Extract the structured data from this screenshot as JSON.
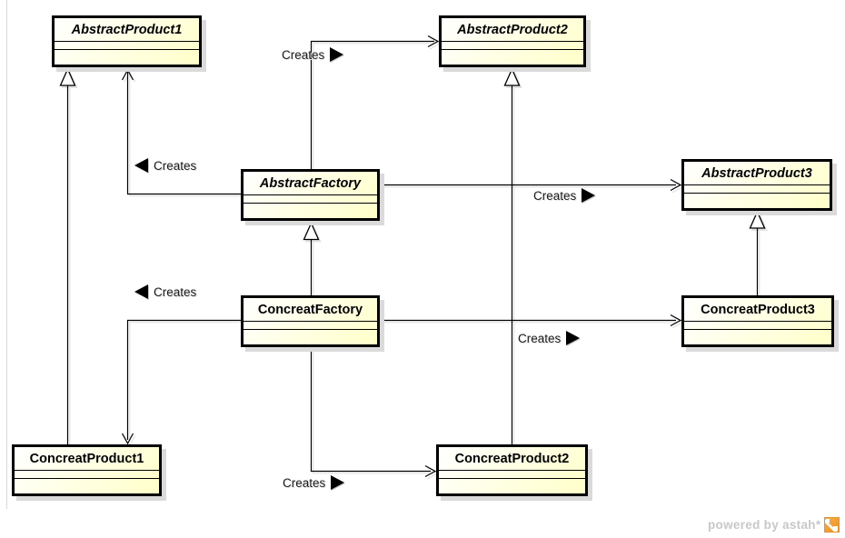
{
  "diagram": {
    "classes": [
      {
        "name": "AbstractProduct1",
        "abstract": true
      },
      {
        "name": "AbstractProduct2",
        "abstract": true
      },
      {
        "name": "AbstractFactory",
        "abstract": true
      },
      {
        "name": "AbstractProduct3",
        "abstract": true
      },
      {
        "name": "ConcreatFactory",
        "abstract": false
      },
      {
        "name": "ConcreatProduct3",
        "abstract": false
      },
      {
        "name": "ConcreatProduct1",
        "abstract": false
      },
      {
        "name": "ConcreatProduct2",
        "abstract": false
      }
    ],
    "connector_labels": [
      {
        "text": "Creates",
        "marker": "left"
      },
      {
        "text": "Creates",
        "marker": "right"
      },
      {
        "text": "Creates",
        "marker": "right"
      },
      {
        "text": "Creates",
        "marker": "left"
      },
      {
        "text": "Creates",
        "marker": "right"
      },
      {
        "text": "Creates",
        "marker": "right"
      }
    ],
    "relations": [
      {
        "type": "generalization",
        "from": "ConcreatProduct1",
        "to": "AbstractProduct1"
      },
      {
        "type": "generalization",
        "from": "ConcreatProduct2",
        "to": "AbstractProduct2"
      },
      {
        "type": "generalization",
        "from": "ConcreatFactory",
        "to": "AbstractFactory"
      },
      {
        "type": "generalization",
        "from": "ConcreatProduct3",
        "to": "AbstractProduct3"
      },
      {
        "type": "creates",
        "from": "AbstractFactory",
        "to": "AbstractProduct1",
        "label": "Creates"
      },
      {
        "type": "creates",
        "from": "AbstractFactory",
        "to": "AbstractProduct2",
        "label": "Creates"
      },
      {
        "type": "creates",
        "from": "AbstractFactory",
        "to": "AbstractProduct3",
        "label": "Creates"
      },
      {
        "type": "creates",
        "from": "ConcreatFactory",
        "to": "ConcreatProduct1",
        "label": "Creates"
      },
      {
        "type": "creates",
        "from": "ConcreatFactory",
        "to": "ConcreatProduct2",
        "label": "Creates"
      },
      {
        "type": "creates",
        "from": "ConcreatFactory",
        "to": "ConcreatProduct3",
        "label": "Creates"
      }
    ]
  },
  "watermark": {
    "text": "powered by astah*"
  },
  "colors": {
    "class_fill_top": "#ffffff",
    "class_fill_bottom": "#ffffc9",
    "class_border": "#000000",
    "drop_shadow": "#dadada",
    "connector": "#000000",
    "connector_shadow": "#e3e3e3",
    "watermark_text": "#c8c8c8",
    "logo_orange": "#ef8f1f"
  }
}
